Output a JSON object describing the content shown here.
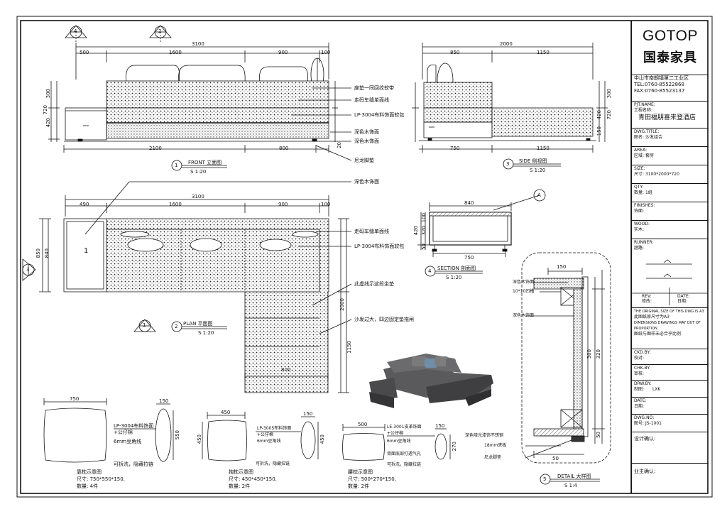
{
  "title_block": {
    "brand_en": "GOTOP",
    "brand_cn": "国泰家具",
    "address": "中山市南朗镇第二工业区",
    "tel": "TEL:0760-85522868",
    "fax": "FAX:0760-85523137",
    "pjt_label": "PJT.NAME:",
    "pjt_label_cn": "工程名称:",
    "pjt_value": "青田福朋喜来登酒店",
    "dwg_title_label": "DWG.TITLE:",
    "dwg_title_label_cn": "图名:",
    "dwg_title_value": "沙发组合",
    "area_label": "AREA:",
    "area_label_cn": "区域:",
    "area_value": "套房",
    "size_label": "SIZE:",
    "size_label_cn": "尺寸:",
    "size_value": "3100*2000*720",
    "qty_label": "QTY:",
    "qty_label_cn": "数量:",
    "qty_value": "1组",
    "finishes_label": "FINISHES:",
    "finishes_label_cn": "饰面:",
    "wood_label": "WOOD:",
    "wood_label_cn": "实木:",
    "runner_label": "RUNNER:",
    "runner_label_cn": "趟路:",
    "rev_label": "REV:",
    "rev_label_cn": "修改:",
    "date_label": "DATE:",
    "date_label_cn": "日期:",
    "note_en": "THE ORIGINAL SIZE OF THIS DWG IS A3",
    "note_cn": "此图纸原尺寸为A3",
    "note2_en": "DIMENSIONS DRAWINGS MAY OUT OF PROPORTION",
    "note2_cn": "图纸与图样未必合乎比例",
    "ckd_label": "CKD.BY:",
    "ckd_label_cn": "校对:",
    "chk_label": "CHK.BY:",
    "chk_label_cn": "审核:",
    "drw_label": "DRW.BY:",
    "drw_label_cn": "制图:",
    "drw_value": "LXK",
    "date2_label": "DATE:",
    "date2_label_cn": "日期:",
    "dwgno_label": "DWG.NO:",
    "dwgno_label_cn": "图号:",
    "dwgno_value": "JS-1001",
    "design_confirm": "设计确认:",
    "owner_confirm": "业主确认:"
  },
  "markers": {
    "m4": "4",
    "m2": "2",
    "m3": "3",
    "m5": "5",
    "m1": "1",
    "mA": "A"
  },
  "views": {
    "front_num": "1",
    "front_title": "FRONT 立面图",
    "front_scale": "S 1:20",
    "side_num": "3",
    "side_title": "SIDE 侧视图",
    "side_scale": "S 1:20",
    "plan_num": "2",
    "plan_title": "PLAN  平面图",
    "plan_scale": "S 1:20",
    "section_num": "4",
    "section_title": "SECTION 剖面图",
    "section_scale": "S 1:20",
    "detail_num": "5",
    "detail_title": "DETAIL 大样图",
    "detail_scale": "S 1:4"
  },
  "dims": {
    "front_total": "3100",
    "front_500": "500",
    "front_1600": "1600",
    "front_900": "900",
    "front_100": "100",
    "front_2100": "2100",
    "front_800": "800",
    "front_v720": "720",
    "front_v300": "300",
    "front_v420": "420",
    "front_v20": "20",
    "side_total": "2000",
    "side_850": "850",
    "side_1150": "1150",
    "side_750": "750",
    "side_1150b": "1150",
    "side_v300": "300",
    "side_v420": "420",
    "side_v150": "150",
    "side_v720": "720",
    "plan_total": "3100",
    "plan_490": "490",
    "plan_1600": "1600",
    "plan_900": "900",
    "plan_100": "100",
    "plan_v850": "850",
    "plan_v840": "840",
    "plan_v2000": "2000",
    "plan_v1150": "1150",
    "plan_800": "800",
    "plan_label_1": "1",
    "sec_840": "840",
    "sec_750": "750",
    "sec_v420": "420",
    "sec_v320": "320",
    "sec_v50": "50",
    "sec_v100": "100",
    "det_150": "150",
    "det_300": "300",
    "det_320": "320",
    "det_50": "50",
    "det_50b": "50",
    "pil1_750": "750",
    "pil1_150": "150",
    "pil1_550": "550",
    "pil2_450": "450",
    "pil2_150": "150",
    "pil2_450v": "450",
    "pil2_450v2": "450",
    "pil3_500": "500",
    "pil3_150": "150",
    "pil3_270": "270"
  },
  "callouts": {
    "front_c1": "座垫一同回纹软带",
    "front_c2": "走码车缝单面线",
    "front_c3": "LP-3004布料饰面软包",
    "front_c4": "深色木饰面",
    "front_c5": "深色木饰面",
    "front_c6": "尼龙脚垫",
    "plan_c1": "深色木饰面",
    "plan_c2": "走码车缝单面线",
    "plan_c3": "LP-3004布料饰面软包",
    "plan_c4": "此虚线示这段坐垫",
    "plan_c5": "沙发过大，四边固定垫拖闸",
    "det_c1": "深色木饰面",
    "det_c2": "10*10凹槽",
    "det_c3": "深色木饰面",
    "det_c4": "深色哑光漆饰不锈钢",
    "det_c5": "18mm夹板",
    "det_c6": "尼龙脚垫"
  },
  "pillows": {
    "p1_material": "LP-3004布料饰面",
    "p1_material2": "+公仔棉",
    "p1_piping": "6mm豆角线",
    "p1_zip": "可拆洗，隐藏拉链",
    "p1_name": "靠枕示意图",
    "p1_size": "尺寸: 750*550*150,",
    "p1_qty": "数量: 4件",
    "p2_material": "LP-3005布料饰面",
    "p2_material2": "+公仔棉",
    "p2_piping": "6mm豆角线",
    "p2_zip": "可拆洗，隐藏拉链",
    "p2_name": "抱枕示意图",
    "p2_size": "尺寸: 450*450*150,",
    "p2_qty": "数量: 2件",
    "p3_material": "LE-3001皮革饰面",
    "p3_material2": "+公仔棉",
    "p3_piping": "6mm豆角线",
    "p3_button": "背面底部打透气孔",
    "p3_zip": "可拆洗，隐藏拉链",
    "p3_name": "腰枕示意图",
    "p3_size": "尺寸: 500*270*150,",
    "p3_qty": "数量: 2件"
  }
}
